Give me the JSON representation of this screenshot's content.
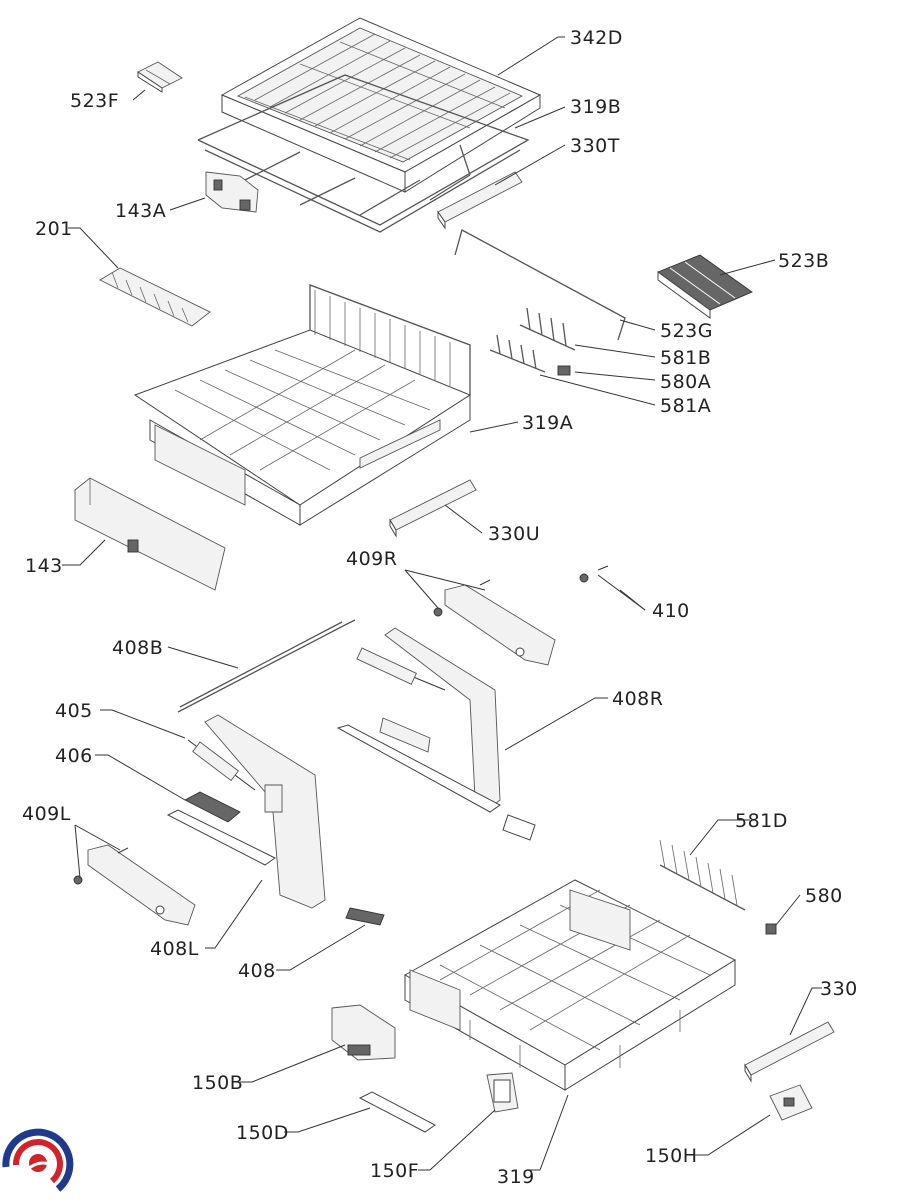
{
  "diagram": {
    "labels": {
      "l342D": "342D",
      "l523F": "523F",
      "l319B": "319B",
      "l330T": "330T",
      "l143A": "143A",
      "l201": "201",
      "l523B": "523B",
      "l523G": "523G",
      "l581B": "581B",
      "l580A": "580A",
      "l581A": "581A",
      "l319A": "319A",
      "l330U": "330U",
      "l143": "143",
      "l409R": "409R",
      "l410": "410",
      "l408B": "408B",
      "l408R": "408R",
      "l405": "405",
      "l406": "406",
      "l409L": "409L",
      "l581D": "581D",
      "l580": "580",
      "l408L": "408L",
      "l408": "408",
      "l330": "330",
      "l150B": "150B",
      "l150D": "150D",
      "l150F": "150F",
      "l319": "319",
      "l150H": "150H"
    },
    "colors": {
      "logo_blue": "#1f3a8a",
      "logo_red": "#d2232a",
      "line": "#333333"
    }
  }
}
